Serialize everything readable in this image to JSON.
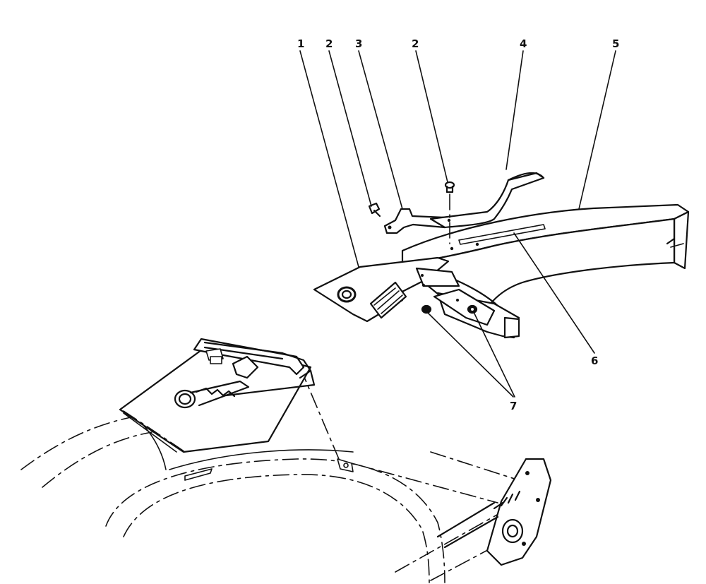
{
  "diagram": {
    "callouts": [
      {
        "id": "c1",
        "label": "1"
      },
      {
        "id": "c2a",
        "label": "2"
      },
      {
        "id": "c3",
        "label": "3"
      },
      {
        "id": "c2b",
        "label": "2"
      },
      {
        "id": "c4",
        "label": "4"
      },
      {
        "id": "c5",
        "label": "5"
      },
      {
        "id": "c6",
        "label": "6"
      },
      {
        "id": "c7",
        "label": "7"
      }
    ],
    "colors": {
      "ink": "#111111",
      "paper": "#ffffff"
    }
  }
}
